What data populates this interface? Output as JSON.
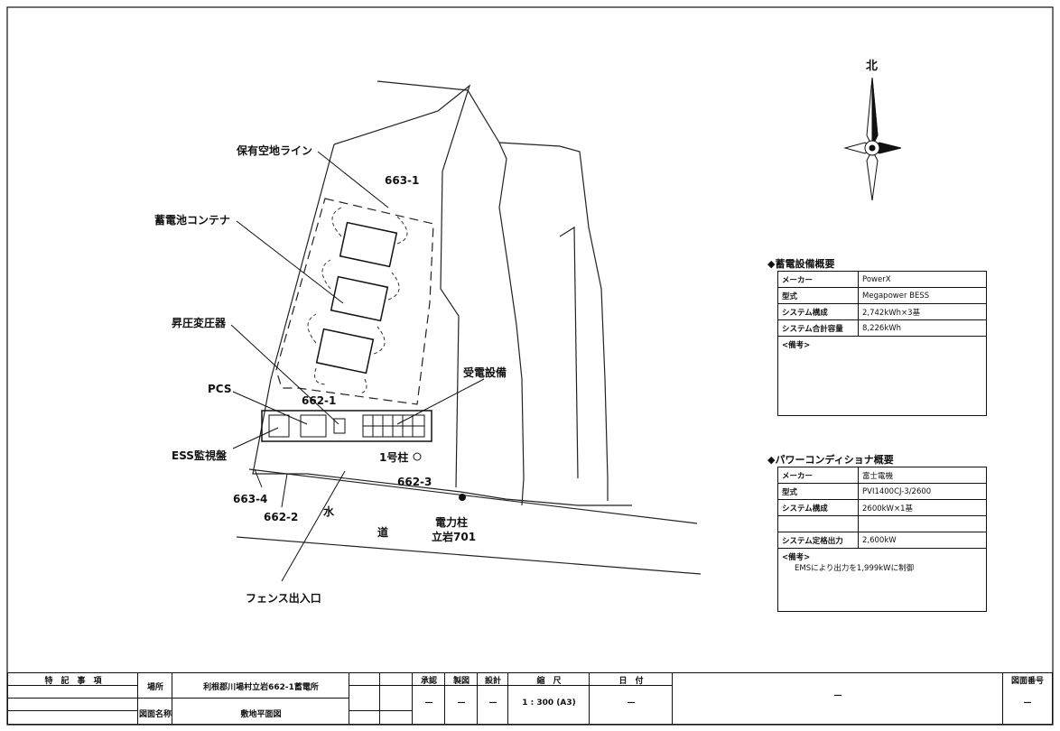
{
  "drawing": {
    "north_label": "北",
    "labels": {
      "setback_line": "保有空地ライン",
      "lot_6631": "663-1",
      "battery_container": "蓄電池コンテナ",
      "transformer": "昇圧変圧器",
      "lot_6621": "662-1",
      "pcs": "PCS",
      "receiving": "受電設備",
      "ess_monitor": "ESS監視盤",
      "pole1": "1号柱",
      "lot_6623": "662-3",
      "lot_6634": "663-4",
      "lot_6622": "662-2",
      "water": "水",
      "road": "道",
      "utility_pole": "電力柱",
      "utility_pole_id": "立岩701",
      "fence_gate": "フェンス出入口"
    }
  },
  "storage_panel": {
    "title": "◆蓄電設備概要",
    "rows": [
      {
        "key": "メーカー",
        "value": "PowerX"
      },
      {
        "key": "型式",
        "value": "Megapower BESS"
      },
      {
        "key": "システム構成",
        "value": "2,742kWh×3基"
      },
      {
        "key": "システム合計容量",
        "value": "8,226kWh"
      }
    ],
    "remarks_label": "<備考>",
    "remarks_text": ""
  },
  "pcs_panel": {
    "title": "◆パワーコンディショナ概要",
    "rows": [
      {
        "key": "メーカー",
        "value": "富士電機"
      },
      {
        "key": "型式",
        "value": "PVI1400CJ-3/2600"
      },
      {
        "key": "システム構成",
        "value": "2600kW×1基"
      },
      {
        "key": "",
        "value": ""
      },
      {
        "key": "システム定格出力",
        "value": "2,600kW"
      }
    ],
    "remarks_label": "<備考>",
    "remarks_text": "EMSにより出力を1,999kWに制御"
  },
  "title_block": {
    "special_notes": "特　記　事　項",
    "location_label": "場所",
    "location_value": "利根郡川場村立岩662-1蓄電所",
    "drawing_name_label": "図面名称",
    "drawing_name_value": "敷地平面図",
    "approved": "承認",
    "drawn": "製図",
    "design": "設計",
    "scale_label": "縮　尺",
    "scale_value": "1 : 300 (A3)",
    "date_label": "日　付",
    "dash": "—",
    "drawing_no_label": "図面番号"
  }
}
